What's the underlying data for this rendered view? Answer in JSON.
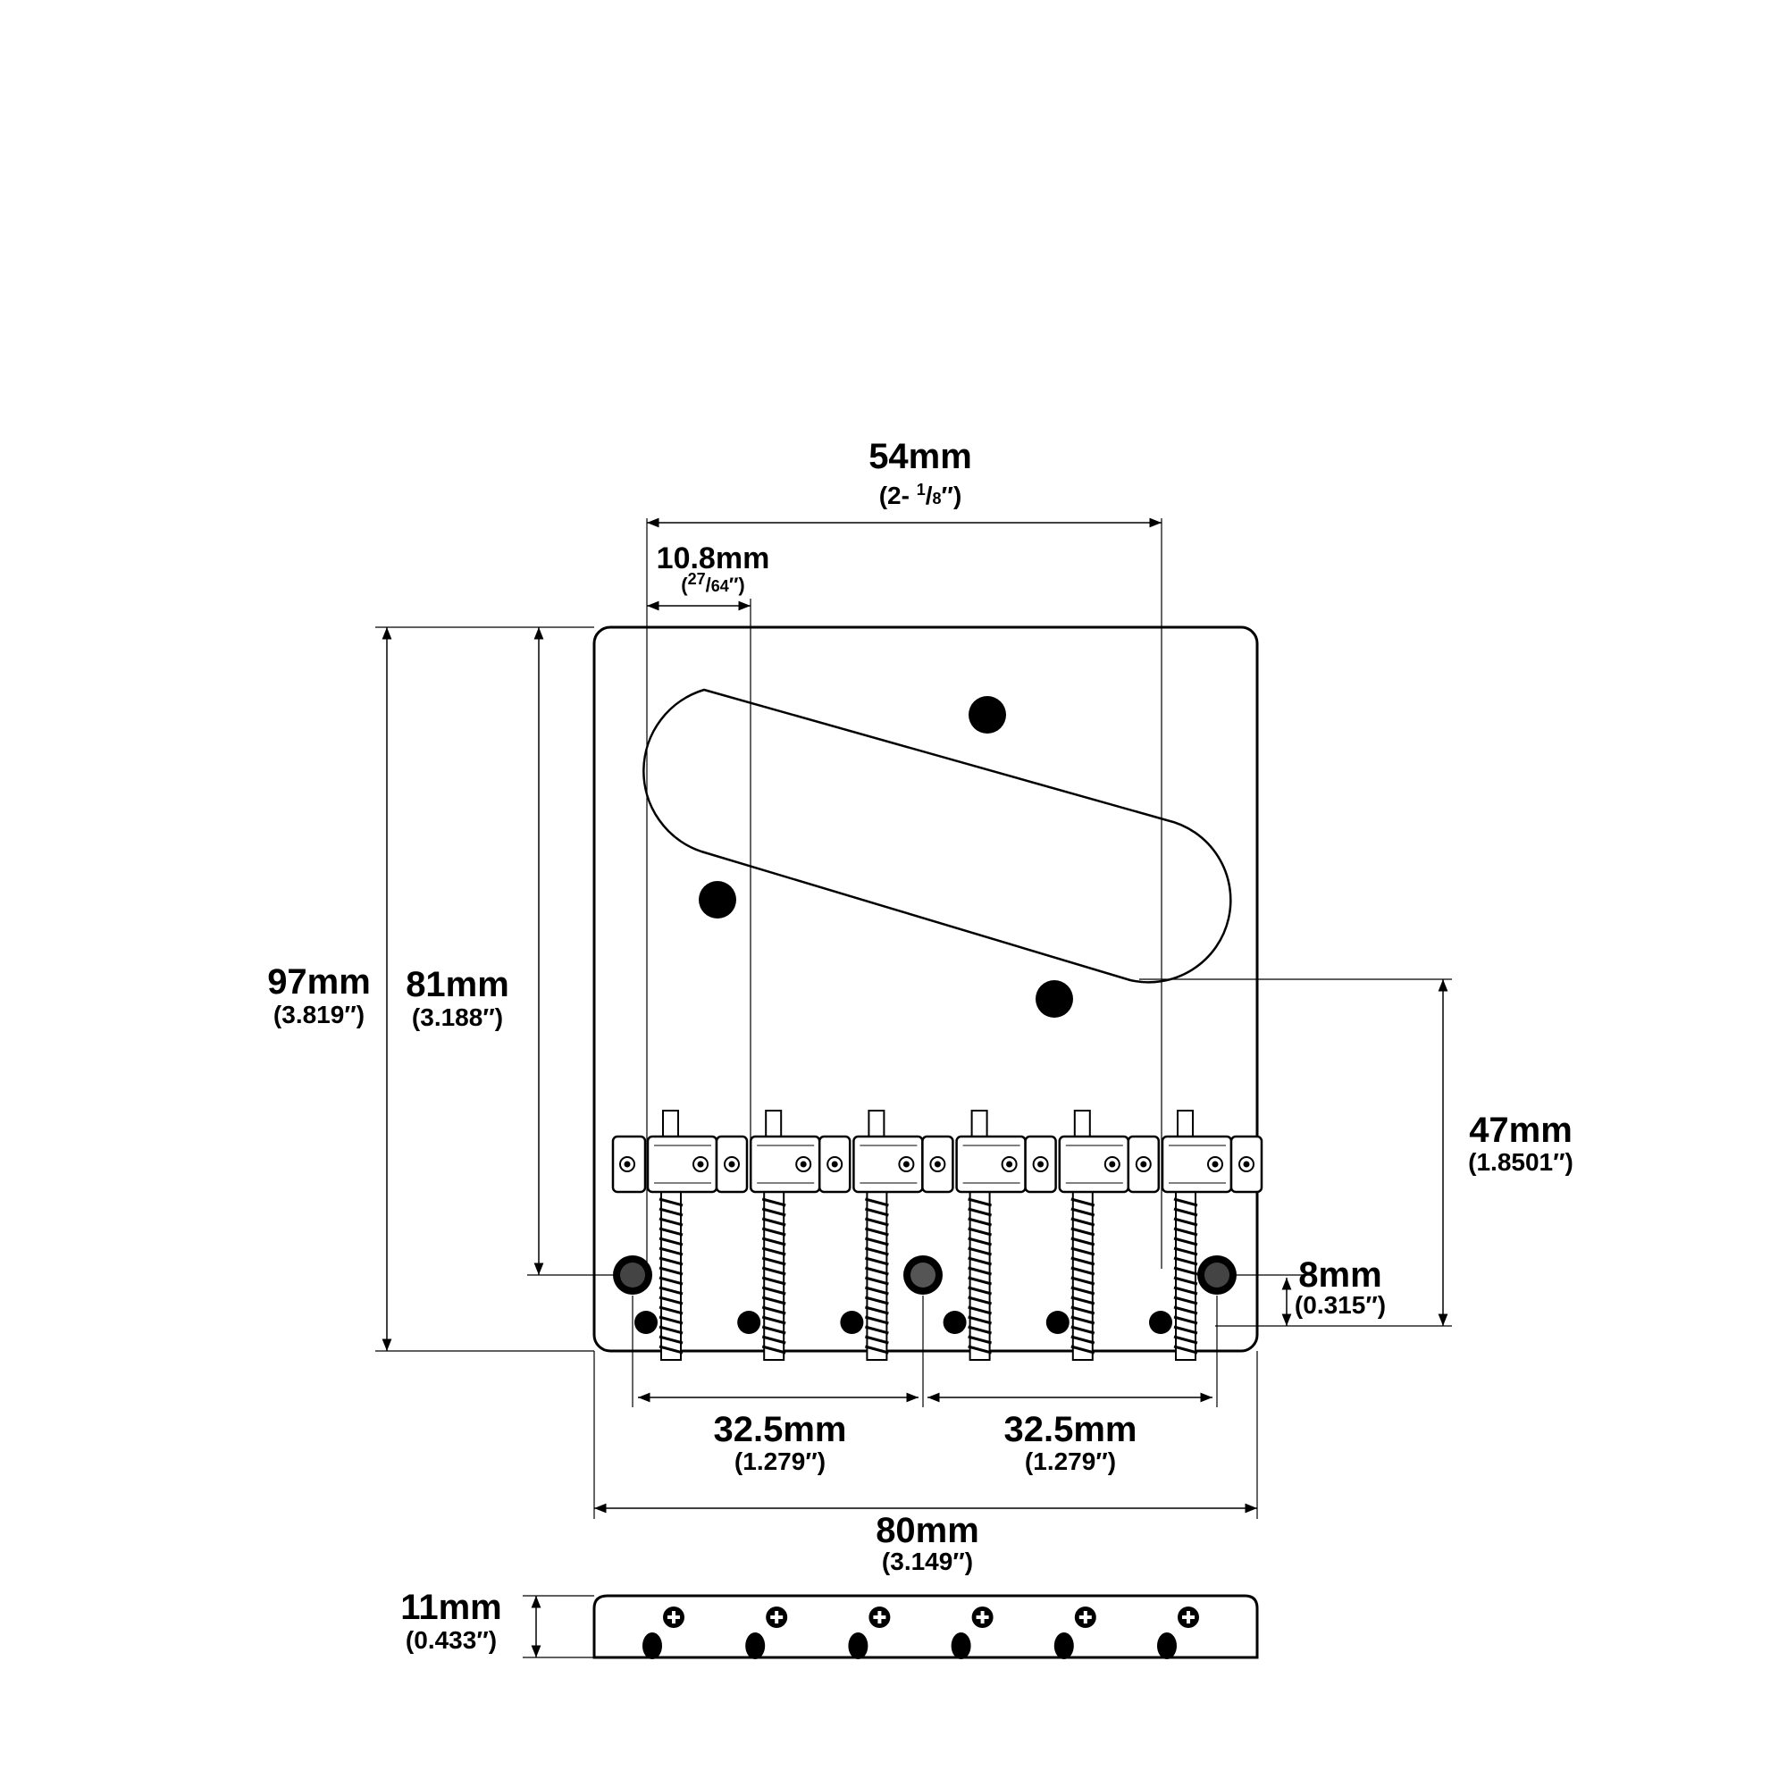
{
  "dimensions": {
    "overall_width": {
      "mm": "80mm",
      "inch": "(3.149″)"
    },
    "string_span": {
      "mm": "54mm",
      "inch_prefix": "(2- ",
      "inch_num": "1",
      "inch_den": "8",
      "inch_suffix": "″)"
    },
    "string_spacing": {
      "mm": "10.8mm",
      "inch_num": "27",
      "inch_den": "64",
      "inch_suffix": "″)"
    },
    "overall_length": {
      "mm": "97mm",
      "inch": "(3.819″)"
    },
    "mount_to_top": {
      "mm": "81mm",
      "inch": "(3.188″)"
    },
    "pickup_to_edge": {
      "mm": "47mm",
      "inch": "(1.8501″)"
    },
    "mount_offset": {
      "mm": "8mm",
      "inch": "(0.315″)"
    },
    "mount_spacing_left": {
      "mm": "32.5mm",
      "inch": "(1.279″)"
    },
    "mount_spacing_right": {
      "mm": "32.5mm",
      "inch": "(1.279″)"
    },
    "side_height": {
      "mm": "11mm",
      "inch": "(0.433″)"
    }
  },
  "saddle_count": 6
}
